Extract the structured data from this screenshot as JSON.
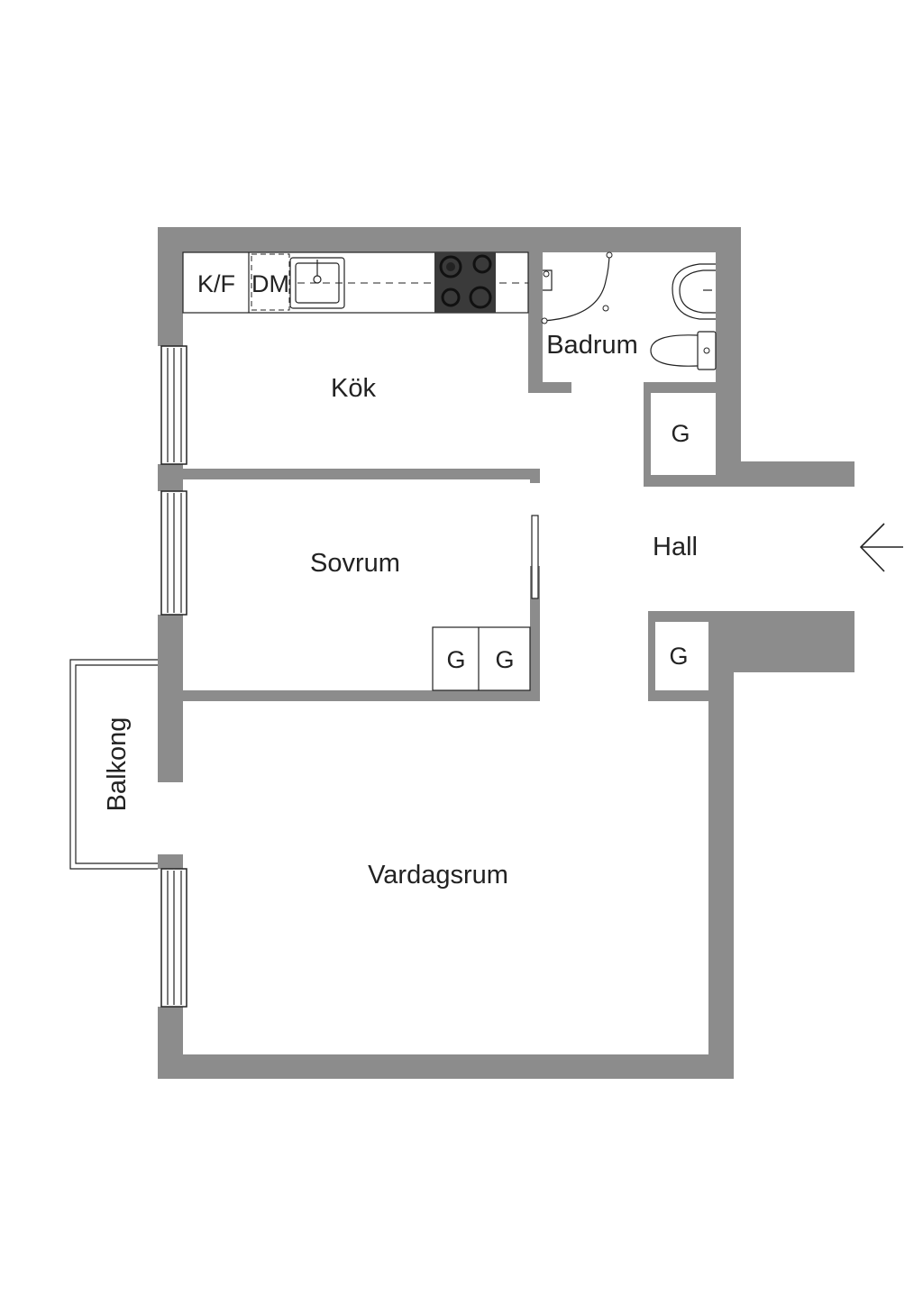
{
  "rooms": {
    "kitchen": "Kök",
    "bathroom": "Badrum",
    "bedroom": "Sovrum",
    "hall": "Hall",
    "living_room": "Vardagsrum",
    "balcony": "Balkong"
  },
  "fixtures": {
    "fridge_freezer": "K/F",
    "dishwasher": "DM",
    "wardrobe": "G"
  },
  "icons": {
    "entrance": "arrow-left-icon"
  },
  "colors": {
    "wall": "#8c8c8c",
    "line": "#222222",
    "stove": "#3a3a3a"
  }
}
